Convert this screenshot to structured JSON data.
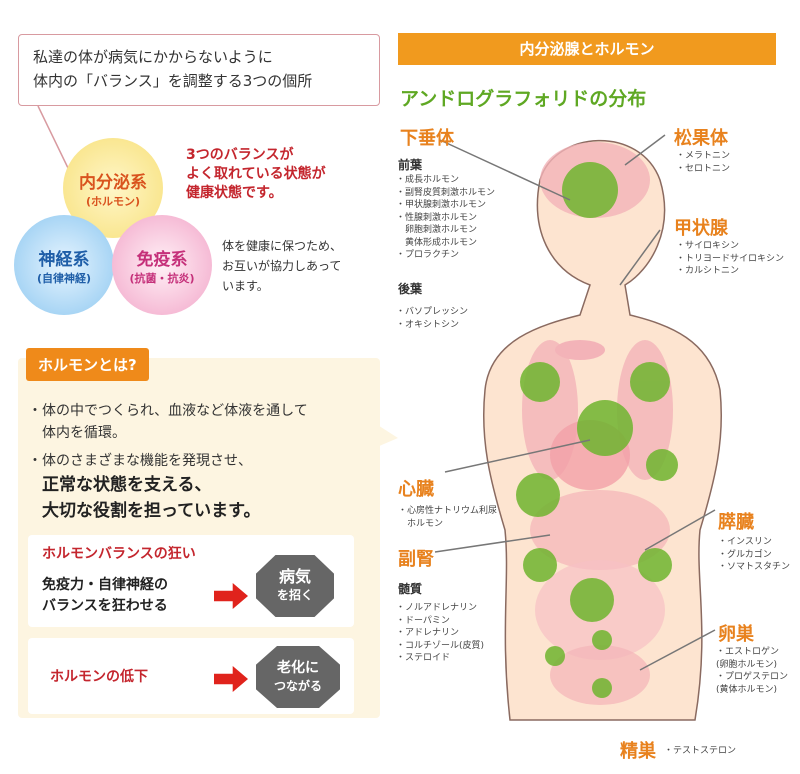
{
  "intro": {
    "line1": "私達の体が病気にかからないように",
    "line2": "体内の「バランス」を調整する3つの個所"
  },
  "balance": {
    "endocrine": {
      "name": "内分泌系",
      "sub": "(ホルモン)"
    },
    "nervous": {
      "name": "神経系",
      "sub": "(自律神経)"
    },
    "immune": {
      "name": "免疫系",
      "sub": "(抗菌・抗炎)"
    },
    "highlight": [
      "3つのバランスが",
      "よく取れている状態が",
      "健康状態です。"
    ],
    "note": [
      "体を健康に保つため、",
      "お互いが協力しあって",
      "います。"
    ]
  },
  "hormone": {
    "title": "ホルモンとは?",
    "bullet1": [
      "・体の中でつくられ、血液など体液を通して",
      "　体内を循環。"
    ],
    "bullet2": "・体のさまざまな機能を発現させ、",
    "emph": [
      "正常な状態を支える、",
      "大切な役割を担っています。"
    ],
    "card1": {
      "title": "ホルモンバランスの狂い",
      "text": [
        "免疫力・自律神経の",
        "バランスを狂わせる"
      ],
      "result": [
        "病気",
        "を招く"
      ]
    },
    "card2": {
      "title": "ホルモンの低下",
      "result": [
        "老化に",
        "つながる"
      ]
    }
  },
  "diagram": {
    "banner": "内分泌腺とホルモン",
    "subtitle": "アンドログラフォリドの分布",
    "pituitary": {
      "name": "下垂体",
      "anterior": "前葉",
      "anterior_items": [
        "・成長ホルモン",
        "・副腎皮質刺激ホルモン",
        "・甲状腺刺激ホルモン",
        "・性腺刺激ホルモン",
        "　卵胞刺激ホルモン",
        "　黄体形成ホルモン",
        "・プロラクチン"
      ],
      "posterior": "後葉",
      "posterior_items": [
        "・バソプレッシン",
        "・オキシトシン"
      ]
    },
    "pineal": {
      "name": "松果体",
      "items": [
        "・メラトニン",
        "・セロトニン"
      ]
    },
    "thyroid": {
      "name": "甲状腺",
      "items": [
        "・サイロキシン",
        "・トリヨードサイロキシン",
        "・カルシトニン"
      ]
    },
    "heart": {
      "name": "心臓",
      "items": [
        "・心房性ナトリウム利尿",
        "　ホルモン"
      ]
    },
    "adrenal": {
      "name": "副腎",
      "medulla": "髄質",
      "items": [
        "・ノルアドレナリン",
        "・ドーパミン",
        "・アドレナリン",
        "・コルチゾール(皮質)",
        "・ステロイド"
      ]
    },
    "pancreas": {
      "name": "膵臓",
      "items": [
        "・インスリン",
        "・グルカゴン",
        "・ソマトスタチン"
      ]
    },
    "ovary": {
      "name": "卵巣",
      "items": [
        "・エストロゲン",
        "(卵胞ホルモン)",
        "・プロゲステロン",
        "(黄体ホルモン)"
      ]
    },
    "testis": {
      "name": "精巣",
      "item": "・テストステロン"
    }
  },
  "colors": {
    "orange": "#f19a1e",
    "green": "#5fa823",
    "red": "#c4262e"
  }
}
